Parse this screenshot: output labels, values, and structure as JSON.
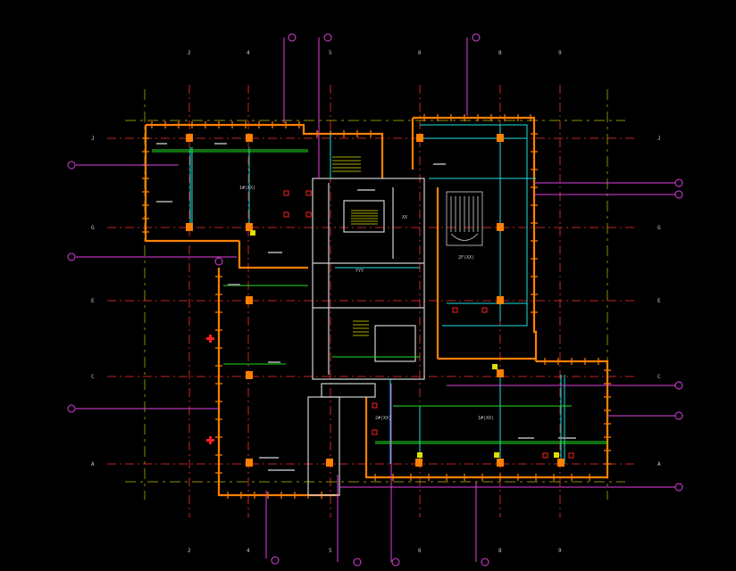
{
  "drawing": {
    "background": "#000000",
    "colors": {
      "grid": "#ff3030",
      "gridAlt": "#e0e000",
      "wall": "#ff8000",
      "wallInner": "#d0d0d0",
      "pipe": "#20e0e0",
      "pipeGreen": "#20e020",
      "callout": "#e040e0",
      "duct": "#e0e000",
      "marker": "#ff2020",
      "text": "#c8c8c8"
    },
    "column_labels_top": [
      "2",
      "4",
      "5",
      "6",
      "8",
      "9"
    ],
    "column_labels_bottom": [
      "2",
      "4",
      "5",
      "6",
      "8",
      "9"
    ],
    "row_labels_left": [
      "J",
      "G",
      "E",
      "C",
      "A"
    ],
    "row_labels_right": [
      "J",
      "G",
      "E",
      "C",
      "A"
    ],
    "room_labels": {
      "left_upper": "1#(XX)",
      "center_upper": "YYY",
      "right_upper": "2F(XX)",
      "stair": "XX",
      "lower_right": "1#(XX)",
      "lower_mid": "2#(XX)"
    }
  }
}
